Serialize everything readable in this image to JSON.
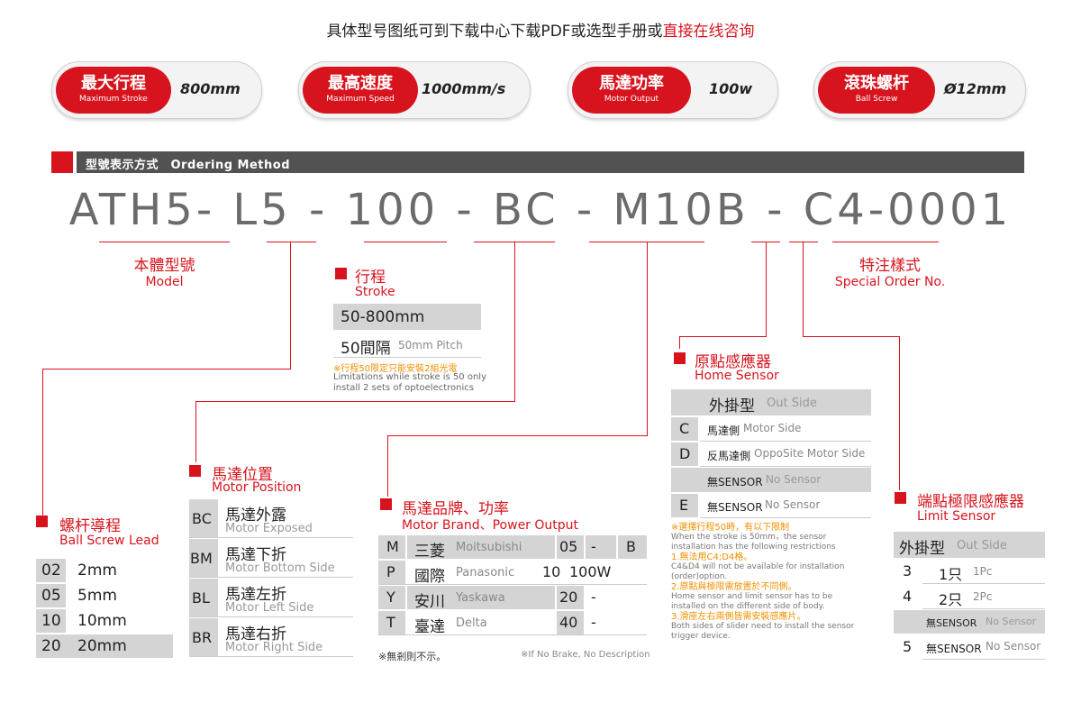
{
  "notice": {
    "main": "具体型号图纸可到下载中心下载PDF或选型手册或",
    "highlight": "直接在线咨询"
  },
  "specs": [
    {
      "zh": "最大行程",
      "en": "Maximum Stroke",
      "value": "800mm"
    },
    {
      "zh": "最高速度",
      "en": "Maximum Speed",
      "value": "1000mm/s"
    },
    {
      "zh": "馬達功率",
      "en": "Motor Output",
      "value": "100w"
    },
    {
      "zh": "滾珠螺杆",
      "en": "Ball Screw",
      "value": "Ø12mm"
    }
  ],
  "section": {
    "title": "型號表示方式　Ordering Method"
  },
  "code": {
    "text": "ATH5- L5 - 100 - BC - M10B - C4-0001"
  },
  "model": {
    "zh": "本體型號",
    "en": "Model"
  },
  "special": {
    "zh": "特注樣式",
    "en": "Special Order No."
  },
  "stroke": {
    "zh": "行程",
    "en": "Stroke",
    "range": "50-800mm",
    "pitch_zh": "50間隔",
    "pitch_en": "50mm Pitch",
    "note_zh": "※行程50限定只能安裝2組光電",
    "note_en1": "Limitations while stroke is 50 only",
    "note_en2": "install 2 sets of optoelectronics"
  },
  "home": {
    "zh": "原點感應器",
    "en": "Home Sensor",
    "header_zh": "外掛型",
    "header_en": "Out Side",
    "rows": [
      {
        "code": "C",
        "zh": "馬達側",
        "en": "Motor Side",
        "grey": false
      },
      {
        "code": "D",
        "zh": "反馬達側",
        "en": "OppoSite Motor Side",
        "grey": false
      },
      {
        "code": "",
        "zh": "無SENSOR",
        "en": "No Sensor",
        "grey": true
      },
      {
        "code": "E",
        "zh": "無SENSOR",
        "en": "No Sensor",
        "grey": false
      }
    ],
    "notes": [
      {
        "t": "※選擇行程50時，有以下限制",
        "c": "orange"
      },
      {
        "t": "When the stroke is 50mm，the sensor",
        "c": "grey"
      },
      {
        "t": "installation has the following restrictions",
        "c": "grey"
      },
      {
        "t": "1.無法用C4;D4格。",
        "c": "orange"
      },
      {
        "t": "C4&D4 will not be available for installation",
        "c": "grey"
      },
      {
        "t": "(order)option.",
        "c": "grey"
      },
      {
        "t": "2.原點與極限需放置於不同側。",
        "c": "orange"
      },
      {
        "t": "Home sensor and limit sensor has to be",
        "c": "grey"
      },
      {
        "t": "installed on the different side of body.",
        "c": "grey"
      },
      {
        "t": "3.滑座左右兩側皆需安裝感應片。",
        "c": "orange"
      },
      {
        "t": "Both sides of slider need to install the sensor",
        "c": "grey"
      },
      {
        "t": "trigger device.",
        "c": "grey"
      }
    ]
  },
  "limit": {
    "zh": "端點極限感應器",
    "en": "Limit Sensor",
    "header_zh": "外掛型",
    "header_en": "Out Side",
    "rows": [
      {
        "code": "3",
        "zh": "1只",
        "en": "1Pc",
        "grey": false
      },
      {
        "code": "4",
        "zh": "2只",
        "en": "2Pc",
        "grey": false
      },
      {
        "code": "",
        "zh": "無SENSOR",
        "en": "No Sensor",
        "grey": true
      },
      {
        "code": "5",
        "zh": "無SENSOR",
        "en": "No Sensor",
        "grey": false
      }
    ]
  },
  "lead": {
    "zh": "螺杆導程",
    "en": "Ball Screw Lead",
    "rows": [
      {
        "code": "02",
        "v": "2mm"
      },
      {
        "code": "05",
        "v": "5mm"
      },
      {
        "code": "10",
        "v": "10mm"
      },
      {
        "code": "20",
        "v": "20mm"
      }
    ]
  },
  "motorpos": {
    "zh": "馬達位置",
    "en": "Motor Position",
    "rows": [
      {
        "code": "BC",
        "zh": "馬達外露",
        "en": "Motor Exposed"
      },
      {
        "code": "BM",
        "zh": "馬達下折",
        "en": "Motor Bottom Side"
      },
      {
        "code": "BL",
        "zh": "馬達左折",
        "en": "Motor Left Side"
      },
      {
        "code": "BR",
        "zh": "馬達右折",
        "en": "Motor Right Side"
      }
    ]
  },
  "brand": {
    "zh": "馬達品牌、功率",
    "en": "Motor Brand、Power Output",
    "rows": [
      {
        "code": "M",
        "zh": "三菱",
        "en": "Moitsubishi",
        "n": "05",
        "w": "-",
        "b": "B"
      },
      {
        "code": "P",
        "zh": "國際",
        "en": "Panasonic",
        "n": "10",
        "w": "100W",
        "b": ""
      },
      {
        "code": "Y",
        "zh": "安川",
        "en": "Yaskawa",
        "n": "20",
        "w": "-",
        "b": ""
      },
      {
        "code": "T",
        "zh": "臺達",
        "en": "Delta",
        "n": "40",
        "w": "-",
        "b": ""
      }
    ],
    "note_zh": "※無剎則不示。",
    "note_en": "※If No Brake, No Description"
  }
}
